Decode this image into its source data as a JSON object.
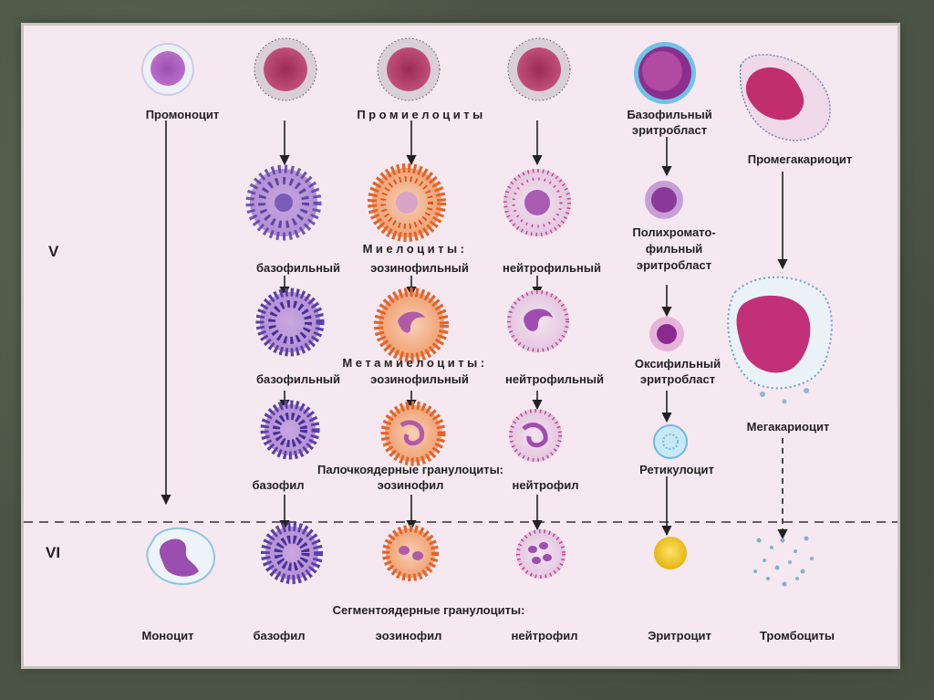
{
  "stages": {
    "v": "V",
    "vi": "VI"
  },
  "labels": {
    "promonocyte": "Промоноцит",
    "promyelocytes": "Промиелоциты",
    "basophilic_erythroblast_1": "Базофильный",
    "basophilic_erythroblast_2": "эритробласт",
    "promegakaryocyte": "Промегакариоцит",
    "myelocytes_title": "Миелоциты:",
    "myelo_basophilic": "базофильный",
    "myelo_eosinophilic": "эозинофильный",
    "myelo_neutrophilic": "нейтрофильный",
    "polychromato_1": "Полихромато-",
    "polychromato_2": "фильный",
    "polychromato_3": "эритробласт",
    "metamyelocytes_title": "Метамиелоциты:",
    "meta_basophilic": "базофильный",
    "meta_eosinophilic": "эозинофильный",
    "meta_neutrophilic": "нейтрофильный",
    "oxyphilic_1": "Оксифильный",
    "oxyphilic_2": "эритробласт",
    "megakaryocyte": "Мегакариоцит",
    "band_title": "Палочкоядерные гранулоциты:",
    "band_basophil": "базофил",
    "band_eosinophil": "эозинофил",
    "band_neutrophil": "нейтрофил",
    "reticulocyte": "Ретикулоцит",
    "segmented_title": "Сегментоядерные гранулоциты:",
    "monocyte": "Моноцит",
    "seg_basophil": "базофил",
    "seg_eosinophil": "эозинофил",
    "seg_neutrophil": "нейтрофил",
    "erythrocyte": "Эритроцит",
    "thrombocytes": "Тромбоциты"
  },
  "colors": {
    "sheet": "#f6e8f0",
    "basophil": "#5b3fa8",
    "eosinophil": "#e2632a",
    "neutrophil_cytoplasm": "#ead2e6",
    "erythroblast": "#8b3a9a",
    "erythrocyte": "#f2c81e",
    "megakaryocyte": "#c2307a"
  }
}
